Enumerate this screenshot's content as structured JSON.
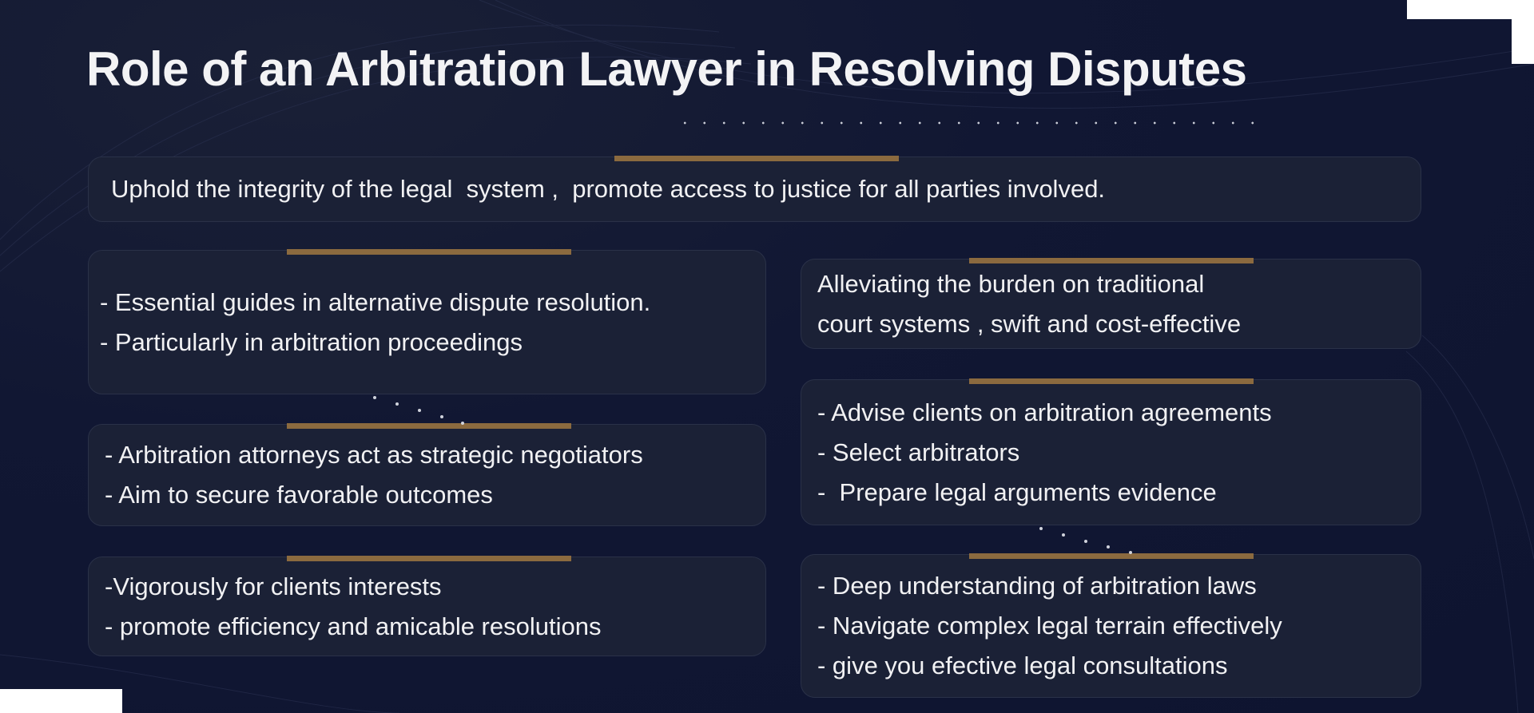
{
  "title": "Role of an Arbitration Lawyer in Resolving Disputes",
  "colors": {
    "background": "#0f1530",
    "card": "#1b2136",
    "accent_bar": "#8b6a3f",
    "text": "#f1f1f3"
  },
  "top_card": {
    "line": "Uphold the integrity of the legal  system ,  promote access to justice for all parties involved."
  },
  "left_cards": [
    {
      "lines": [
        "- Essential guides in alternative dispute resolution.",
        "- Particularly in arbitration proceedings"
      ]
    },
    {
      "lines": [
        "- Arbitration attorneys act as strategic negotiators",
        "- Aim to secure favorable outcomes"
      ]
    },
    {
      "lines": [
        "-Vigorously for clients interests",
        "- promote efficiency and amicable resolutions"
      ]
    }
  ],
  "right_cards": [
    {
      "lines": [
        "Alleviating the burden on traditional",
        "court systems , swift and cost-effective"
      ]
    },
    {
      "lines": [
        "- Advise clients on arbitration agreements",
        "- Select arbitrators",
        "-  Prepare legal arguments evidence"
      ]
    },
    {
      "lines": [
        "- Deep understanding of arbitration laws",
        "- Navigate complex legal terrain effectively",
        "- give you efective legal consultations"
      ]
    }
  ]
}
